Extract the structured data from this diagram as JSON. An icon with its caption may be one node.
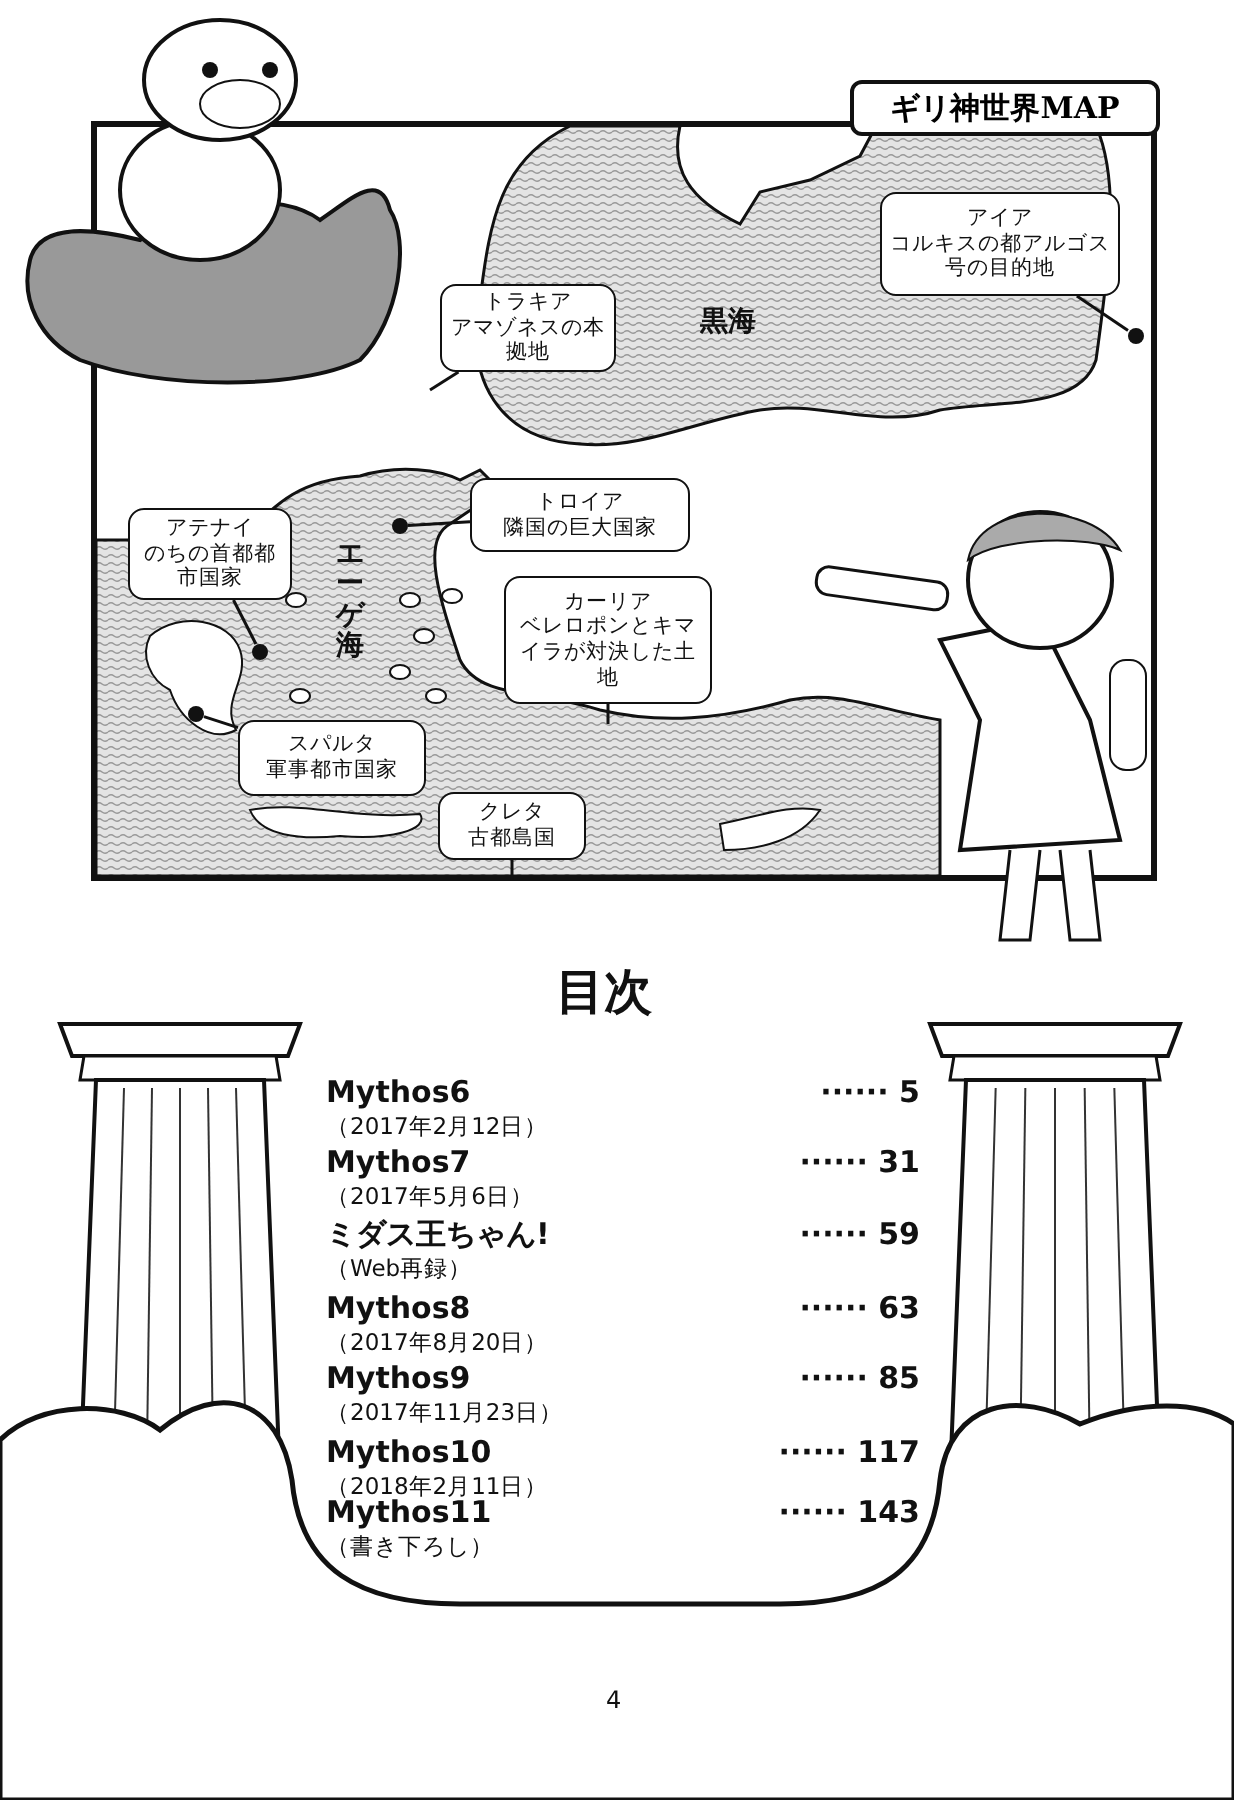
{
  "diagram": {
    "title": "ギリ神世界MAP",
    "nodes": [
      {
        "text": [
          "トラキア",
          "アマゾネスの本拠地"
        ]
      },
      {
        "text": [
          "アイア",
          "コルキスの都アルゴス号の目的地"
        ]
      },
      {
        "text": [],
        "shape": "circle"
      },
      {
        "text": [
          "トロイア",
          "隣国の巨大国家"
        ]
      },
      {
        "text": [],
        "shape": "circle"
      },
      {
        "text": [
          "アテナイ",
          "のちの首都都市国家"
        ]
      },
      {
        "text": [],
        "shape": "circle"
      },
      {
        "text": [
          "カーリア",
          "ベレロポンとキマイラが対決した土地"
        ]
      },
      {
        "text": [
          "スパルタ",
          "軍事都市国家"
        ]
      },
      {
        "text": [],
        "shape": "circle"
      },
      {
        "text": [
          "クレタ",
          "古都島国"
        ]
      }
    ],
    "edges": [
      {
        "from": 0,
        "to": null,
        "arrow": "none"
      },
      {
        "from": 1,
        "to": 2,
        "arrow": "none"
      },
      {
        "from": 3,
        "to": 4,
        "arrow": "none"
      },
      {
        "from": 5,
        "to": 6,
        "arrow": "none"
      },
      {
        "from": 7,
        "to": null,
        "arrow": "none"
      },
      {
        "from": 8,
        "to": 9,
        "arrow": "none"
      },
      {
        "from": 10,
        "to": null,
        "arrow": "none"
      }
    ],
    "labels": [
      "黒海",
      "エーゲ海",
      "目次",
      "Mythos6",
      "（2017年2月12日）",
      "······ 5",
      "Mythos7",
      "（2017年5月6日）",
      "······ 31",
      "ミダス王ちゃん!",
      "（Web再録）",
      "······ 59",
      "Mythos8",
      "（2017年8月20日）",
      "······ 63",
      "Mythos9",
      "（2017年11月23日）",
      "······ 85",
      "Mythos10",
      "（2018年2月11日）",
      "······ 117",
      "Mythos11",
      "（書き下ろし）",
      "······ 143",
      "4"
    ]
  }
}
